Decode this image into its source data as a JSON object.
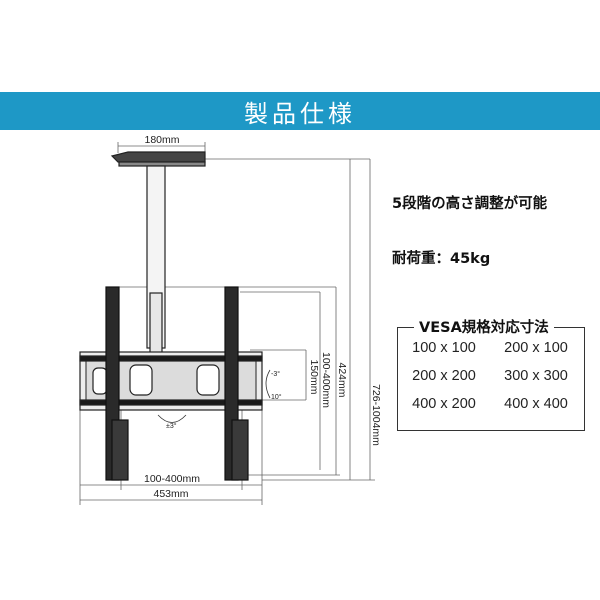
{
  "header": {
    "title": "製品仕様"
  },
  "diagram": {
    "dimensions": {
      "top_plate_width": "180mm",
      "vesa_width_range": "100-400mm",
      "frame_width": "453mm",
      "vesa_height_range": "100-400mm",
      "frame_height": "424mm",
      "short_height": "150mm",
      "total_height_range": "726-1004mm"
    },
    "angles": {
      "tilt_up": "-3°",
      "tilt_down": "10°",
      "swivel": "±3°"
    }
  },
  "specs": {
    "height_adjust": "5段階の高さ調整が可能",
    "load": "耐荷重：45kg"
  },
  "vesa": {
    "title": "VESA規格対応寸法",
    "sizes": [
      "100 x 100",
      "200 x 100",
      "200 x 200",
      "300 x 300",
      "400 x 200",
      "400 x 400"
    ]
  }
}
